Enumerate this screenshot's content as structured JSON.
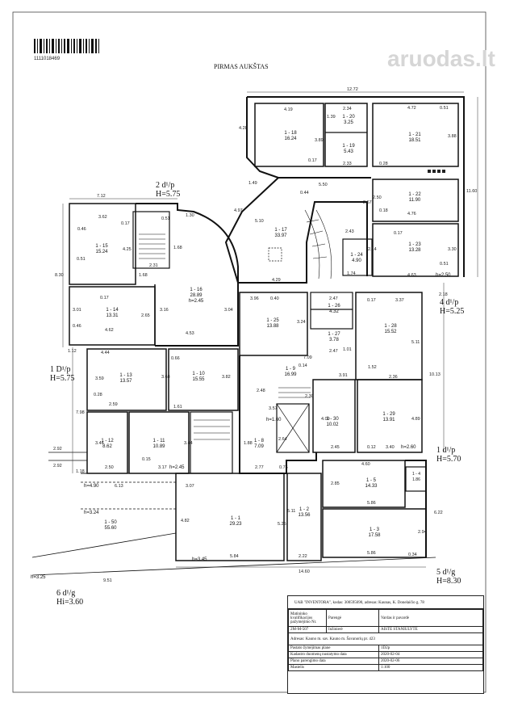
{
  "header": {
    "barcode_number": "1111018469",
    "floor_title": "PIRMAS AUKŠTAS",
    "watermark": "aruodas.lt"
  },
  "overall_dimension": "12.72",
  "rooms": [
    {
      "id": "1 - 18",
      "area": "16.24"
    },
    {
      "id": "1 - 20",
      "area": "3.25"
    },
    {
      "id": "1 - 19",
      "area": "5.43"
    },
    {
      "id": "1 - 21",
      "area": "18.51"
    },
    {
      "id": "1 - 22",
      "area": "11.90"
    },
    {
      "id": "1 - 23",
      "area": "13.28"
    },
    {
      "id": "1 - 17",
      "area": "33.97"
    },
    {
      "id": "1 - 24",
      "area": "4.90"
    },
    {
      "id": "1 - 15",
      "area": "15.24"
    },
    {
      "id": "1 - 16",
      "area": "28.89",
      "h": "h=2.45"
    },
    {
      "id": "1 - 14",
      "area": "13.31"
    },
    {
      "id": "1 - 25",
      "area": "13.88"
    },
    {
      "id": "1 - 26",
      "area": "4.32"
    },
    {
      "id": "1 - 27",
      "area": "3.78"
    },
    {
      "id": "1 - 28",
      "area": "15.52"
    },
    {
      "id": "1 - 13",
      "area": "13.57"
    },
    {
      "id": "1 - 10",
      "area": "15.55"
    },
    {
      "id": "1 - 9",
      "area": "16.99"
    },
    {
      "id": "1 - 30",
      "area": "10.02"
    },
    {
      "id": "1 - 29",
      "area": "13.91"
    },
    {
      "id": "1 - 12",
      "area": "8.62"
    },
    {
      "id": "1 - 11",
      "area": "10.89"
    },
    {
      "id": "1 - 8",
      "area": "7.09"
    },
    {
      "id": "1 - 5",
      "area": "14.33"
    },
    {
      "id": "1 - 4",
      "area": "1.86"
    },
    {
      "id": "1 - 1",
      "area": "29.23"
    },
    {
      "id": "1 - 2",
      "area": "13.56"
    },
    {
      "id": "1 - 3",
      "area": "17.58"
    },
    {
      "id": "1 - 50",
      "area": "55.60"
    }
  ],
  "entrances": [
    {
      "label": "2 d¹/p",
      "h": "H=5.75"
    },
    {
      "label": "4 d¹/p",
      "h": "H=5.25"
    },
    {
      "label": "1 D¹/p",
      "h": "H=5.75"
    },
    {
      "label": "1 d¹/p",
      "h": "H=5.70"
    },
    {
      "label": "5 d¹/g",
      "h": "H=8.30"
    },
    {
      "label": "6 d¹/g",
      "h": "Hi=3.60"
    }
  ],
  "heights": {
    "h_2_50": "h=2.50",
    "h_1_60": "h=1.60",
    "h_2_60": "h=2.60",
    "h_2_45": "h=2.45",
    "h_4_90": "h=4.90",
    "h_3_24": "h=3.24",
    "h_3_45": "h=3.45",
    "h_3_25": "h=3.25"
  },
  "dims": {
    "d4_19": "4.19",
    "d2_34": "2.34",
    "d1_39": "1.39",
    "d4_72": "4.72",
    "d0_51": "0.51",
    "d3_89": "3.89",
    "d2_33": "2.33",
    "d0_28": "0.28",
    "d3_88": "3.88",
    "d4_28": "4.28",
    "d0_17": "0.17",
    "d5_50": "5.50",
    "d0_44": "0.44",
    "d2_50": "2.50",
    "d2_67": "2.67",
    "d4_76": "4.76",
    "d0_18": "0.18",
    "d11_60": "11.60",
    "d7_12": "7.12",
    "d3_62": "3.62",
    "d0_46": "0.46",
    "d1_30": "1.30",
    "d1_49": "1.49",
    "d4_97": "4.97",
    "d5_10": "5.10",
    "d2_43": "2.43",
    "d2_14": "2.14",
    "d1_74": "1.74",
    "d4_63": "4.63",
    "d3_30": "3.30",
    "d8_30": "8.30",
    "d4_25": "4.25",
    "d1_68": "1.68",
    "d2_31": "2.31",
    "d4_29": "4.29",
    "d3_96": "3.96",
    "d0_40": "0.40",
    "d2_47": "2.47",
    "d3_37": "3.37",
    "d2_18": "2.18",
    "d3_01": "3.01",
    "d4_62": "4.62",
    "d2_65": "2.65",
    "d3_16": "3.16",
    "d3_04": "3.04",
    "d4_53": "4.53",
    "d3_24": "3.24",
    "d1_01": "1.01",
    "d1_12": "1.12",
    "d4_44": "4.44",
    "d0_66": "0.66",
    "d3_59": "3.59",
    "d3_68": "3.68",
    "d3_82": "3.82",
    "d7_09": "7.09",
    "d0_14": "0.14",
    "d3_91": "3.91",
    "d1_52": "1.52",
    "d2_36": "2.36",
    "d10_13": "10.13",
    "d5_11": "5.11",
    "d2_59": "2.59",
    "d1_61": "1.61",
    "d2_48": "2.48",
    "d3_57": "3.57",
    "d2_30": "2.30",
    "d4_09": "4.09",
    "d4_89": "4.89",
    "d7_98": "7.98",
    "d3_44": "3.44",
    "d0_12": "0.12",
    "d3_40": "3.40",
    "d2_45": "2.45",
    "d2_64": "2.64",
    "d1_88": "1.88",
    "d2_92": "2.92",
    "d2_50b": "2.50",
    "d3_17": "3.17",
    "d2_77": "2.77",
    "d0_75": "0.75",
    "d4_60": "4.60",
    "d1_18": "1.18",
    "d6_13": "6.13",
    "d3_07": "3.07",
    "d2_85": "2.85",
    "d5_86": "5.86",
    "d6_22": "6.22",
    "d5_11b": "5.11",
    "d4_82": "4.82",
    "d5_25": "5.25",
    "d2_94": "2.94",
    "d5_84": "5.84",
    "d2_22": "2.22",
    "d0_34": "0.34",
    "d14_60": "14.60",
    "d9_51": "9.51",
    "d0_15": "0.15"
  },
  "title_block": {
    "company": "UAB \"INVENTORA\", kodas: 300595690, adresas: Kaunas, K. Donelaičio g. 78",
    "col_role": "Parengė",
    "col_name": "Vardas ir pavardė",
    "qualification_label": "Matininko kvalifikacijos pažymėjimo Nr.",
    "qualification_no": "2M-M-507",
    "position": "Inžinierė",
    "engineer": "AISTĖ STANIULYTĖ",
    "address": "Adresas: Kauno m. sav. Kauno m. Šavanorių pr. 423",
    "plan_label": "Pastato žymėjimas plane",
    "plan_value": "1D2p",
    "cadastre_label": "Kadastro duomenų nustatymo data",
    "cadastre_value": "2020-02-04",
    "prep_label": "Plano parengimo data",
    "prep_value": "2020-02-06",
    "scale_label": "Mastelis",
    "scale_value": "1:100"
  }
}
